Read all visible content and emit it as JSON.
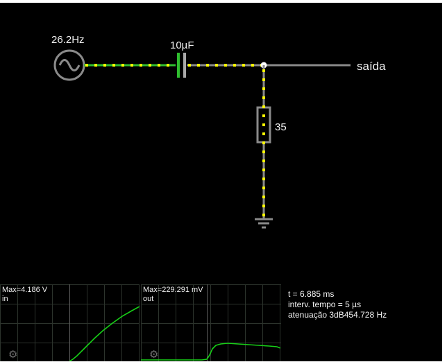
{
  "circuit": {
    "source": {
      "label": "26.2Hz"
    },
    "capacitor": {
      "label": "10µF"
    },
    "resistor": {
      "label": "35"
    },
    "output": {
      "label": "saída"
    },
    "colors": {
      "wire_gray": "#8a8a8a",
      "wire_hot_green": "#2fbe2f",
      "current_dot_yellow": "#ffff00",
      "junction_white": "#ffffff",
      "trace_green": "#17cf17",
      "canvas_black": "#000000"
    }
  },
  "scopes": {
    "left": {
      "max_label": "Max=4.186 V",
      "signal_label": "in",
      "curve": [
        [
          100,
          111
        ],
        [
          105,
          108
        ],
        [
          111,
          103
        ],
        [
          118,
          96
        ],
        [
          126,
          88
        ],
        [
          136,
          78
        ],
        [
          148,
          67
        ],
        [
          162,
          56
        ],
        [
          176,
          46
        ],
        [
          190,
          38
        ],
        [
          201,
          32
        ]
      ]
    },
    "middle": {
      "max_label": "Max=229.291 mV",
      "signal_label": "out",
      "curve": [
        [
          0,
          109
        ],
        [
          88,
          109
        ],
        [
          95,
          108
        ],
        [
          99,
          102
        ],
        [
          103,
          93
        ],
        [
          108,
          88
        ],
        [
          115,
          86
        ],
        [
          125,
          85
        ],
        [
          140,
          86
        ],
        [
          155,
          87
        ],
        [
          170,
          88
        ],
        [
          185,
          89
        ],
        [
          196,
          90
        ],
        [
          201,
          92
        ]
      ]
    },
    "info": {
      "time": "t = 6.885 ms",
      "interval": "interv. tempo = 5 µs",
      "attenuation": "atenuação 3dB454.728 Hz"
    }
  },
  "icons": {
    "gear": "⚙"
  }
}
